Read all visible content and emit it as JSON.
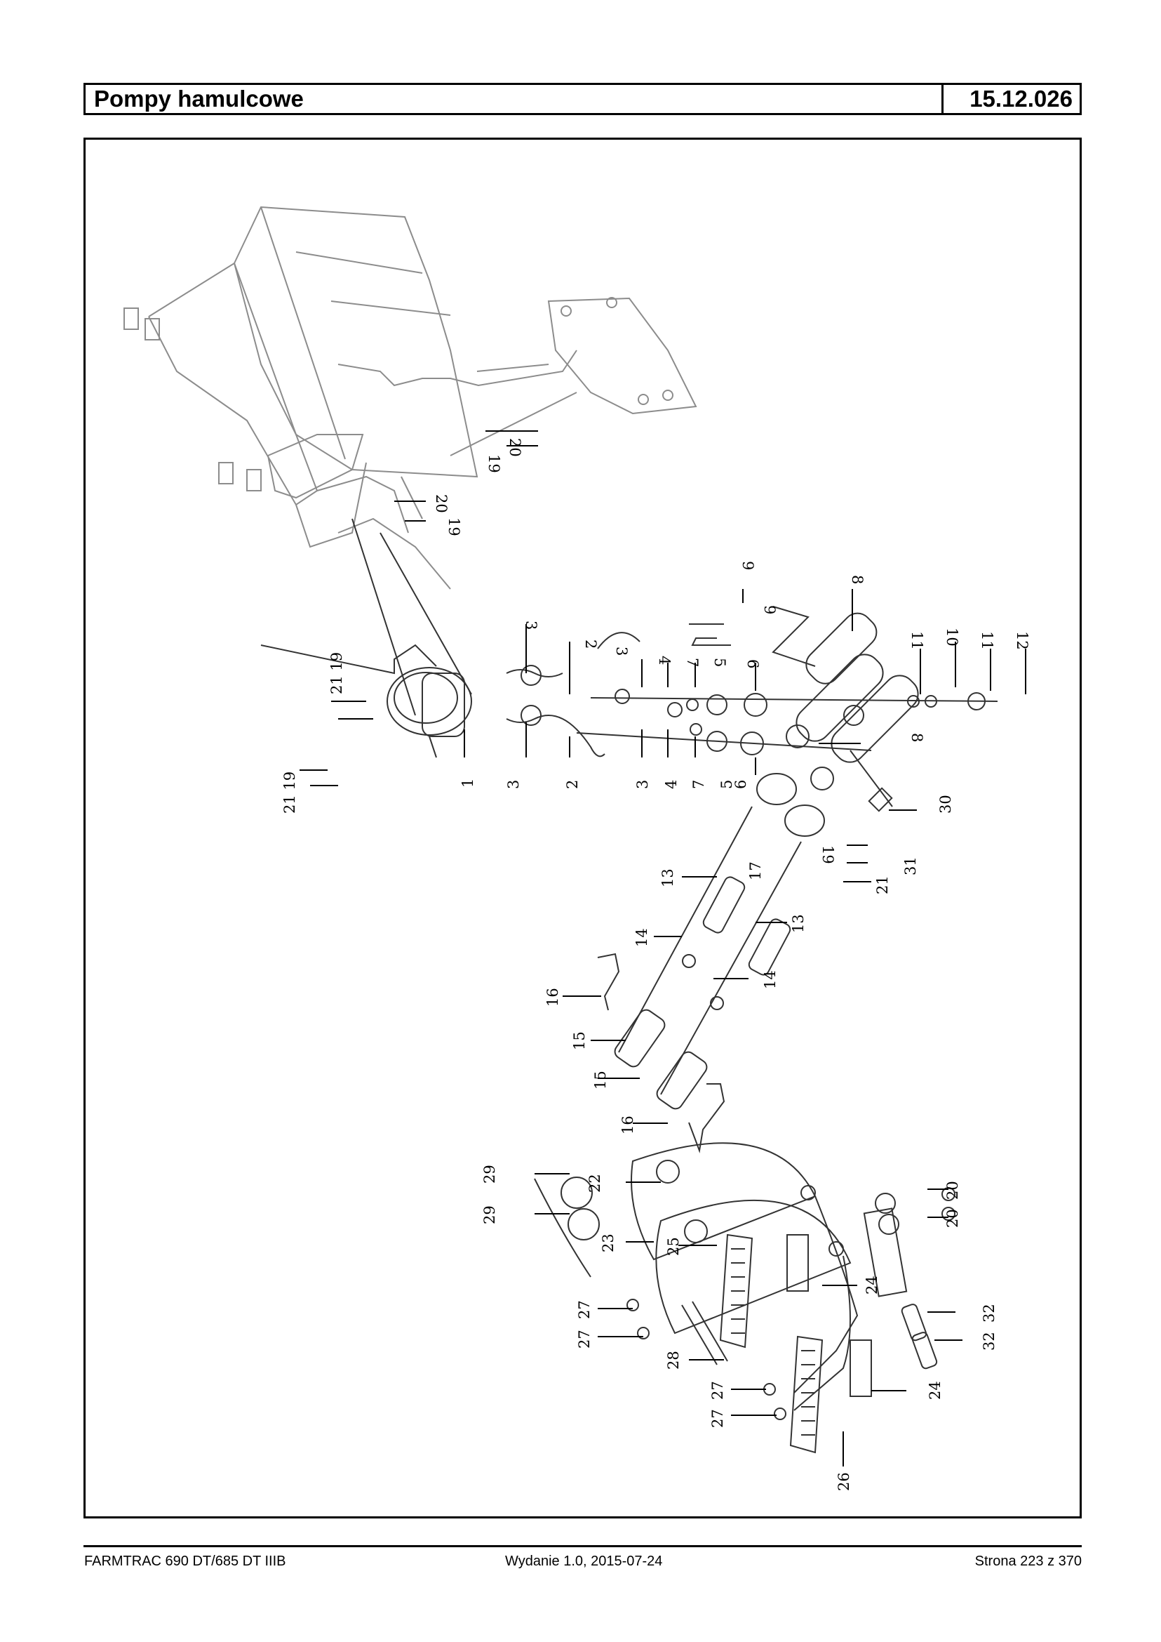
{
  "header": {
    "title": "Pompy hamulcowe",
    "code": "15.12.026"
  },
  "diagram": {
    "labels": [
      "1",
      "2",
      "3",
      "4",
      "5",
      "6",
      "7",
      "8",
      "9",
      "10",
      "11",
      "12",
      "13",
      "14",
      "15",
      "16",
      "17",
      "19",
      "20",
      "21",
      "22",
      "23",
      "24",
      "25",
      "26",
      "27",
      "28",
      "29",
      "30",
      "31",
      "32"
    ]
  },
  "footer": {
    "model": "FARMTRAC 690 DT/685 DT IIIB",
    "edition": "Wydanie 1.0,  2015-07-24",
    "page": "Strona 223 z 370"
  }
}
